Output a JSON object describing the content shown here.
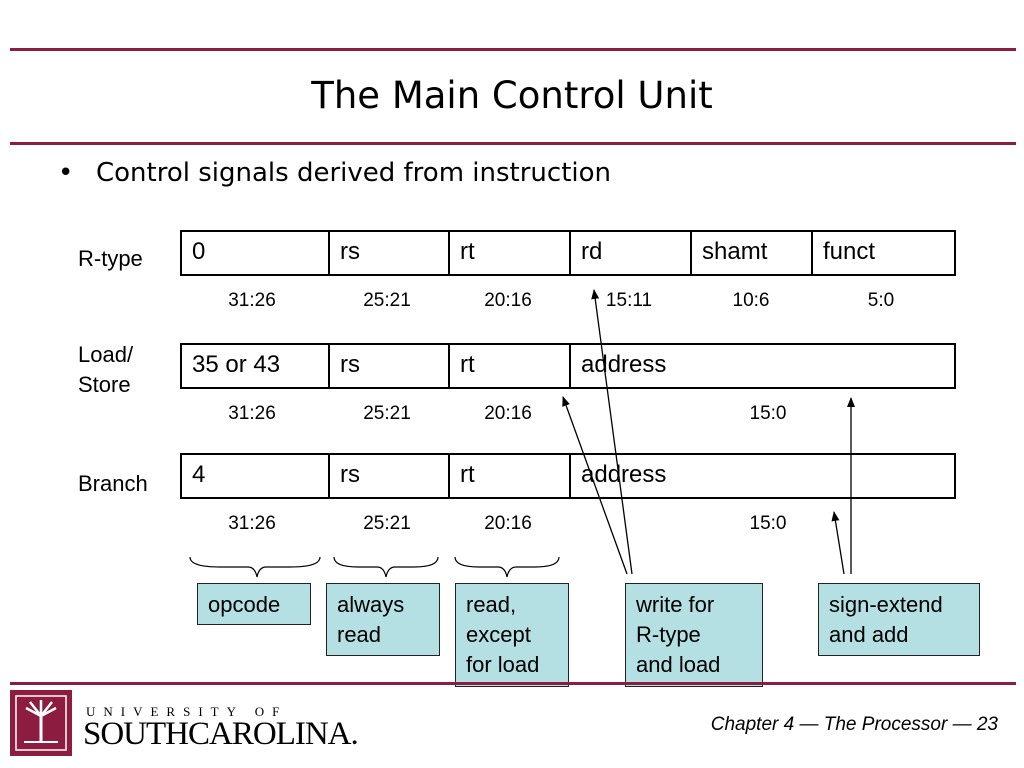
{
  "title": "The Main Control Unit",
  "bullet": "Control signals derived from instruction",
  "formats": [
    {
      "label_lines": [
        "R-type"
      ],
      "fields": [
        "0",
        "rs",
        "rt",
        "rd",
        "shamt",
        "funct"
      ],
      "bits": [
        "31:26",
        "25:21",
        "20:16",
        "15:11",
        "10:6",
        "5:0"
      ]
    },
    {
      "label_lines": [
        "Load/",
        "Store"
      ],
      "fields": [
        "35 or 43",
        "rs",
        "rt",
        "address"
      ],
      "bits": [
        "31:26",
        "25:21",
        "20:16",
        "15:0"
      ]
    },
    {
      "label_lines": [
        "Branch"
      ],
      "fields": [
        "4",
        "rs",
        "rt",
        "address"
      ],
      "bits": [
        "31:26",
        "25:21",
        "20:16",
        "15:0"
      ]
    }
  ],
  "notes": [
    {
      "lines": [
        "opcode"
      ]
    },
    {
      "lines": [
        "always",
        "read"
      ]
    },
    {
      "lines": [
        "read,",
        "except",
        "for load"
      ]
    },
    {
      "lines": [
        "write for",
        "R-type",
        "and load"
      ]
    },
    {
      "lines": [
        "sign-extend",
        "and add"
      ]
    }
  ],
  "footer": "Chapter 4 — The Processor — 23",
  "logo": {
    "top": "UNIVERSITY OF",
    "main": "SOUTHCAROLINA."
  },
  "colors": {
    "rule": "#8c1d40",
    "note_fill": "#b4dfe3"
  }
}
